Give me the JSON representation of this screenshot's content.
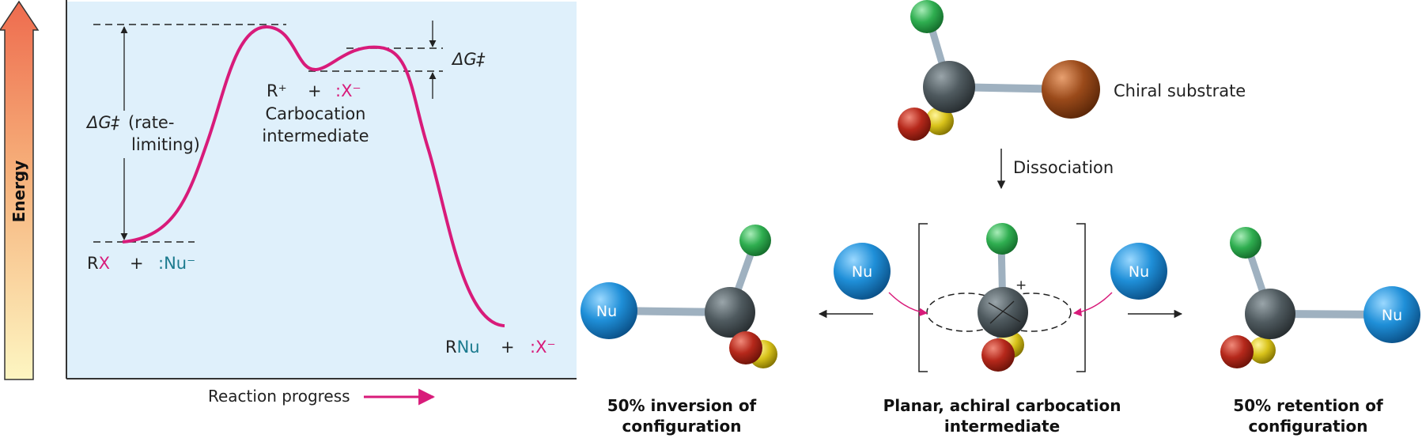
{
  "energy_diagram": {
    "y_axis_label": "Energy",
    "x_axis_label": "Reaction progress",
    "delta_g_label_main": "ΔG‡",
    "rate_limiting_line1": "(rate-",
    "rate_limiting_line2": "limiting)",
    "delta_g_label_small": "ΔG‡",
    "intermediate_label_line1": "Carbocation",
    "intermediate_label_line2": "intermediate",
    "reactant_R": "R",
    "reactant_X": "X",
    "reactant_plus": "+",
    "reactant_nu": ":Nu⁻",
    "intermediate_R": "R⁺",
    "intermediate_plus": "+",
    "intermediate_x": ":X⁻",
    "product_R": "R",
    "product_Nu": "Nu",
    "product_plus": "+",
    "product_x": ":X⁻",
    "colors": {
      "curve": "#d81b7a",
      "panel": "#dff0fb",
      "nucleophile": "#1b7a8e",
      "leaving_group": "#d81b7a"
    }
  },
  "mechanism": {
    "substrate_label": "Chiral substrate",
    "step_label": "Dissociation",
    "nu_label": "Nu",
    "plus_charge": "+",
    "left_caption_line1": "50% inversion of",
    "left_caption_line2": "configuration",
    "center_caption_line1": "Planar, achiral carbocation",
    "center_caption_line2": "intermediate",
    "right_caption_line1": "50% retention of",
    "right_caption_line2": "configuration",
    "atom_colors": {
      "carbon": "#4f5a5f",
      "green": "#2fae50",
      "red": "#b5281b",
      "yellow": "#d8c21a",
      "brown": "#9a4a1a",
      "nu": "#1f8fd8"
    }
  }
}
